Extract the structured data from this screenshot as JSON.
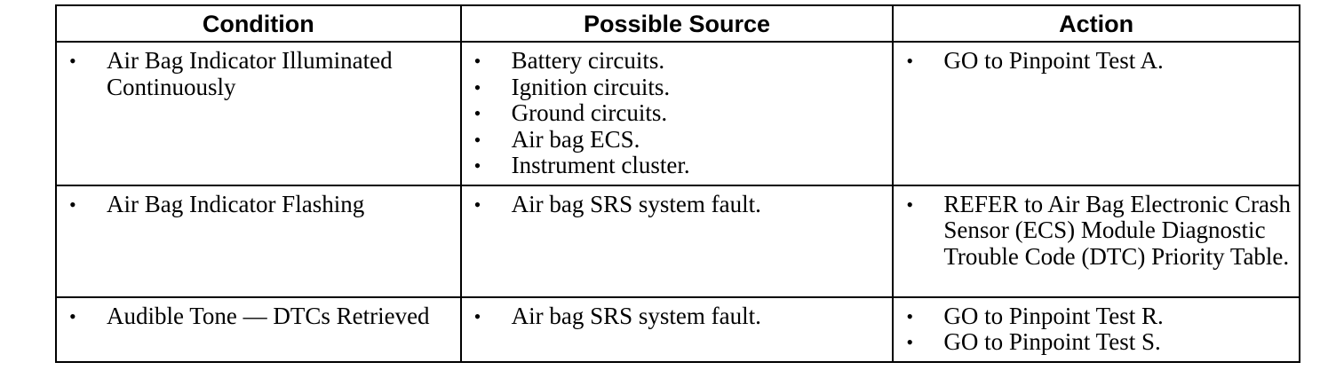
{
  "headers": [
    "Condition",
    "Possible Source",
    "Action"
  ],
  "rows": [
    {
      "condition": [
        "Air Bag Indicator Illuminated Continuously"
      ],
      "source": [
        "Battery circuits.",
        "Ignition circuits.",
        "Ground circuits.",
        "Air bag ECS.",
        "Instrument cluster."
      ],
      "action": [
        "GO to Pinpoint Test A."
      ]
    },
    {
      "condition": [
        "Air Bag Indicator Flashing"
      ],
      "source": [
        "Air bag SRS system fault."
      ],
      "action": [
        "REFER to Air Bag Electronic Crash Sensor (ECS) Module Diagnostic Trouble Code (DTC) Priority Table."
      ]
    },
    {
      "condition": [
        "Audible Tone — DTCs Retrieved"
      ],
      "source": [
        "Air bag SRS system fault."
      ],
      "action": [
        "GO to Pinpoint Test R.",
        "GO to Pinpoint Test S."
      ]
    }
  ],
  "bullet_glyph": "•"
}
